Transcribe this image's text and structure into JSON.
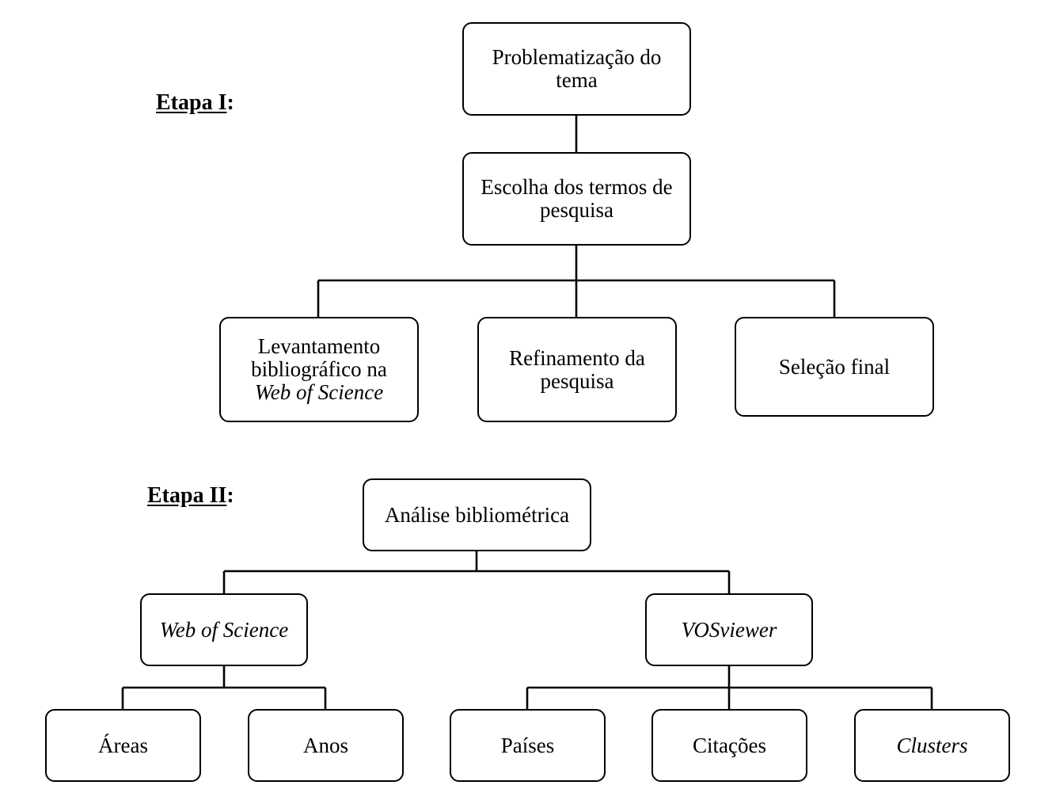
{
  "stage1": {
    "label": "Etapa I",
    "colon": ":",
    "boxes": {
      "problematizacao": [
        "Problematização do",
        "tema"
      ],
      "escolha": [
        "Escolha dos termos de",
        "pesquisa"
      ],
      "levantamento": [
        "Levantamento",
        "bibliográfico na",
        "Web of Science"
      ],
      "refinamento": [
        "Refinamento da",
        "pesquisa"
      ],
      "selecao": "Seleção final"
    }
  },
  "stage2": {
    "label": "Etapa II",
    "colon": ":",
    "boxes": {
      "analise": "Análise bibliométrica",
      "wos": "Web of Science",
      "vos": "VOSviewer",
      "areas": "Áreas",
      "anos": "Anos",
      "paises": "Países",
      "citacoes": "Citações",
      "clusters": "Clusters"
    }
  }
}
